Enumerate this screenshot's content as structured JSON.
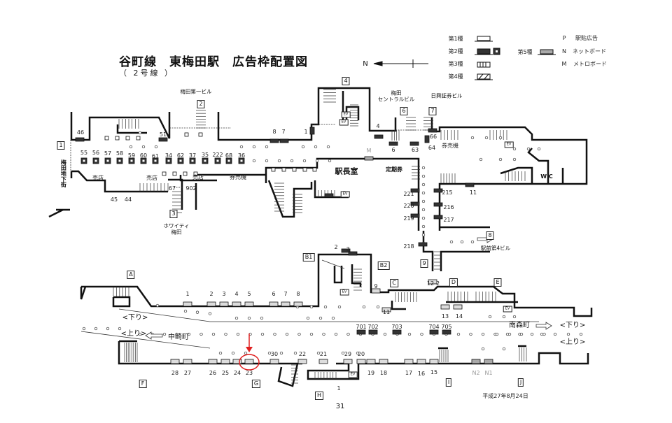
{
  "title": "谷町線　東梅田駅　広告枠配置図",
  "subtitle": "（ 2号線 ）",
  "legend": {
    "type1": "第1種",
    "type2": "第2種",
    "type3": "第3種",
    "type4": "第4種",
    "type5": "第5種",
    "p": "P",
    "p_label": "駅貼広告",
    "n": "N",
    "n_label": "ネットボード",
    "m": "M",
    "m_label": "メトロボード",
    "north": "N"
  },
  "buildings": {
    "umeda_daiichi": "梅田第一ビル",
    "umeda_central": "梅田\nセントラルビル",
    "nikko": "日興証券ビル",
    "whity": "ホワイティ\n梅田",
    "ekimae4": "駅前第4ビル",
    "chikagai": "梅田地下街"
  },
  "rooms": {
    "shop1": "売店",
    "shop2": "売店",
    "shop3": "売店",
    "ticket1": "券売機",
    "ticket2": "券売機",
    "station_master": "駅長室",
    "commuter_pass": "定期券",
    "wc": "W C",
    "ev": "EV"
  },
  "exits": [
    "1",
    "2",
    "3",
    "4",
    "6",
    "7",
    "8",
    "9",
    "A",
    "B1",
    "B2",
    "C",
    "D",
    "E",
    "F",
    "G",
    "H",
    "I",
    "J"
  ],
  "upper_ads": [
    "46",
    "51",
    "8",
    "7",
    "1",
    "4",
    "66",
    "64",
    "6",
    "63",
    "M",
    "55",
    "56",
    "57",
    "58",
    "59",
    "60",
    "61",
    "34",
    "62",
    "37",
    "35",
    "222",
    "68",
    "36",
    "67",
    "902",
    "45",
    "44",
    "221",
    "220",
    "219",
    "215",
    "216",
    "217",
    "11",
    "218"
  ],
  "lower_ads": [
    "2",
    "3",
    "1",
    "2",
    "3",
    "4",
    "5",
    "6",
    "7",
    "8",
    "9",
    "12-2",
    "11",
    "13",
    "14",
    "701",
    "702",
    "703",
    "704",
    "705",
    "30",
    "22",
    "21",
    "29",
    "20",
    "28",
    "27",
    "26",
    "25",
    "24",
    "23",
    "19",
    "18",
    "17",
    "16",
    "15",
    "N2",
    "N1",
    "1"
  ],
  "directions": {
    "down_left": "<下り>",
    "up_left": "<上り>",
    "nakazakicho": "中崎町",
    "minamimorimachi": "南森町",
    "down_right": "<下り>",
    "up_right": "<上り>"
  },
  "date": "平成27年8月24日",
  "page": "31",
  "colors": {
    "highlight": "#e02020",
    "frame_dark": "#333333",
    "frame_light": "#dddddd",
    "frame_net": "#aaaaaa"
  }
}
